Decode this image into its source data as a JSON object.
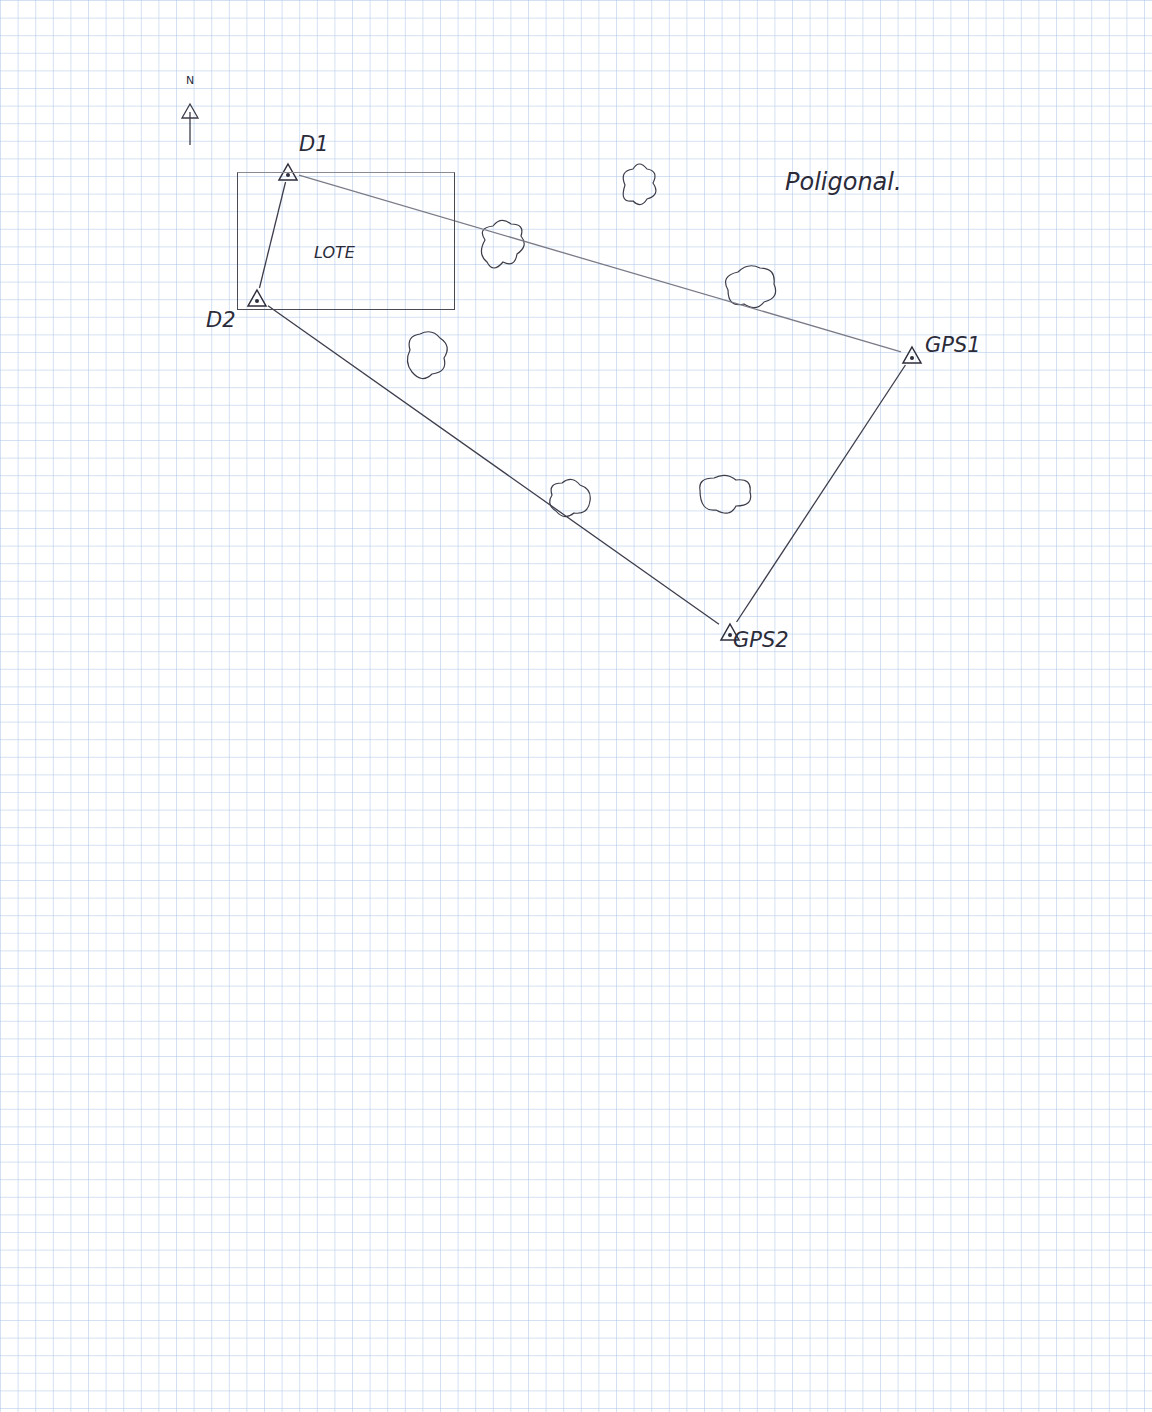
{
  "diagram": {
    "title": "Poligonal.",
    "nodes": [
      {
        "text": [
          "D1"
        ]
      },
      {
        "text": [
          "LOTE"
        ]
      },
      {
        "text": [
          "GPS1"
        ]
      },
      {
        "text": [
          "D2"
        ]
      },
      {
        "text": [
          "GPS2"
        ]
      }
    ],
    "edges": [
      {
        "from": 0,
        "to": 3,
        "arrow": "none"
      },
      {
        "from": 0,
        "to": 2,
        "arrow": "none"
      },
      {
        "from": 2,
        "to": 4,
        "arrow": "none"
      },
      {
        "from": 4,
        "to": 3,
        "arrow": "none"
      }
    ],
    "labels": [
      "N"
    ]
  }
}
